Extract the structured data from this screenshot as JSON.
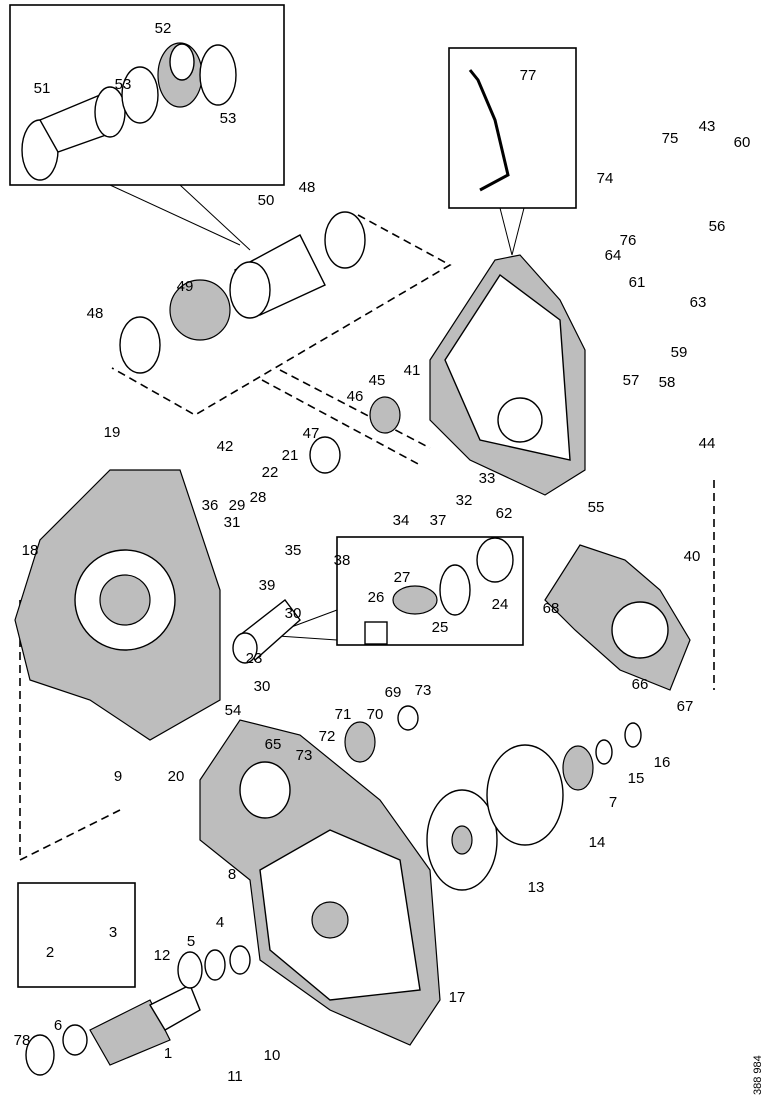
{
  "diagram": {
    "drawing_code": "388 984",
    "callouts": [
      "51",
      "52",
      "53",
      "53",
      "77",
      "75",
      "43",
      "60",
      "74",
      "76",
      "56",
      "48",
      "50",
      "49",
      "48",
      "64",
      "61",
      "63",
      "59",
      "45",
      "46",
      "41",
      "57",
      "58",
      "44",
      "19",
      "42",
      "47",
      "21",
      "22",
      "33",
      "32",
      "62",
      "55",
      "36",
      "29",
      "28",
      "31",
      "34",
      "37",
      "35",
      "38",
      "39",
      "30",
      "26",
      "27",
      "24",
      "25",
      "23",
      "30",
      "18",
      "54",
      "40",
      "68",
      "66",
      "67",
      "69",
      "73",
      "71",
      "70",
      "72",
      "73",
      "65",
      "9",
      "20",
      "16",
      "15",
      "7",
      "14",
      "13",
      "8",
      "3",
      "2",
      "4",
      "5",
      "12",
      "17",
      "6",
      "1",
      "10",
      "11",
      "78"
    ]
  }
}
